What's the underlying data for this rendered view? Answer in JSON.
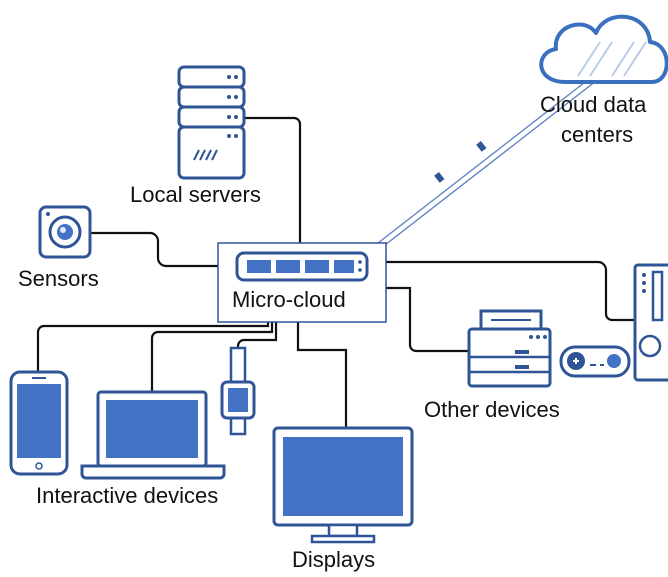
{
  "diagram": {
    "hub": {
      "label": "Micro-cloud"
    },
    "nodes": {
      "local_servers": {
        "label": "Local servers"
      },
      "cloud": {
        "label_line1": "Cloud data",
        "label_line2": "centers"
      },
      "sensors": {
        "label": "Sensors"
      },
      "other_devices": {
        "label": "Other devices"
      },
      "interactive_devices": {
        "label": "Interactive devices"
      },
      "displays": {
        "label": "Displays"
      }
    }
  },
  "colors": {
    "device_outline": "#2f5597",
    "device_fill": "#ffffff",
    "device_accent": "#4472c4",
    "cloud_outline": "#3b6fbf",
    "connection": "#111111",
    "wireless_link": "#5a7fc2"
  }
}
